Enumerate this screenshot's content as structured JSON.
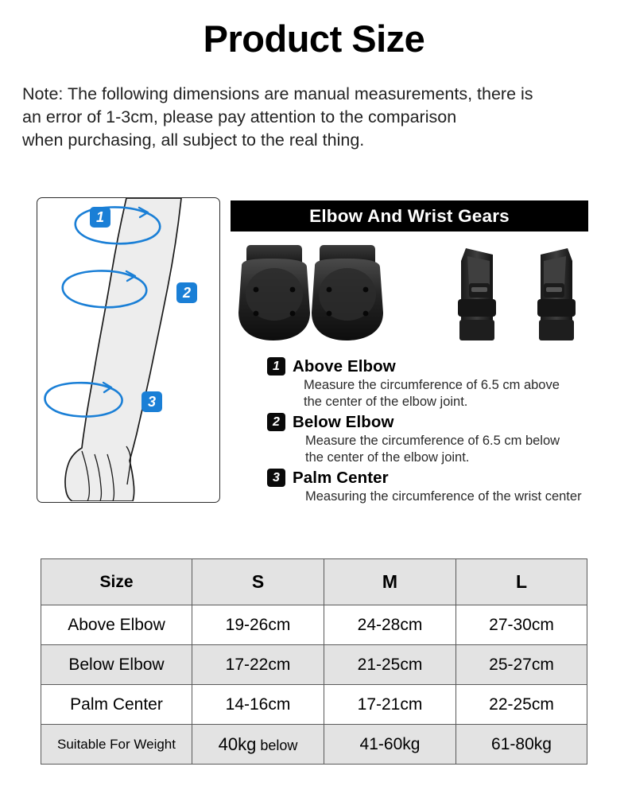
{
  "page": {
    "title": "Product Size",
    "note": "Note: The following dimensions are manual measurements, there is\nan error of 1-3cm, please pay attention to the comparison\nwhen purchasing, all subject to the real thing."
  },
  "colors": {
    "badge_blue": "#1a7fd6",
    "badge_dark": "#0a0a0a",
    "banner_bg": "#000000",
    "banner_text": "#ffffff",
    "table_header_bg": "#e3e3e3",
    "table_border": "#5a5a5a",
    "arm_fill": "#ededed",
    "measure_line": "#1a7fd6"
  },
  "diagram": {
    "name": "arm-measurement-diagram",
    "markers": [
      {
        "number": "1",
        "label": "Above Elbow"
      },
      {
        "number": "2",
        "label": "Below Elbow"
      },
      {
        "number": "3",
        "label": "Palm Center"
      }
    ]
  },
  "banner": {
    "text": "Elbow And Wrist Gears"
  },
  "photos": {
    "elbow_pads": "elbow-pad-pair-photo",
    "wrist_guards": "wrist-guard-pair-photo"
  },
  "measurements": [
    {
      "number": "1",
      "title": "Above Elbow",
      "description": "Measure the circumference of 6.5 cm above\n the center of the elbow joint."
    },
    {
      "number": "2",
      "title": "Below Elbow",
      "description": "Measure the circumference of 6.5 cm below\n the center of the elbow joint."
    },
    {
      "number": "3",
      "title": "Palm Center",
      "description": "Measuring the circumference of the wrist center"
    }
  ],
  "size_table": {
    "headers": [
      "Size",
      "S",
      "M",
      "L"
    ],
    "rows": [
      {
        "label": "Above Elbow",
        "values": [
          "19-26cm",
          "24-28cm",
          "27-30cm"
        ]
      },
      {
        "label": "Below Elbow",
        "values": [
          "17-22cm",
          "21-25cm",
          "25-27cm"
        ]
      },
      {
        "label": "Palm Center",
        "values": [
          "14-16cm",
          "17-21cm",
          "22-25cm"
        ]
      }
    ],
    "weight_row": {
      "label": "Suitable For Weight",
      "s_big": "40kg",
      "s_small": "below",
      "m": "41-60kg",
      "l": "61-80kg"
    }
  }
}
